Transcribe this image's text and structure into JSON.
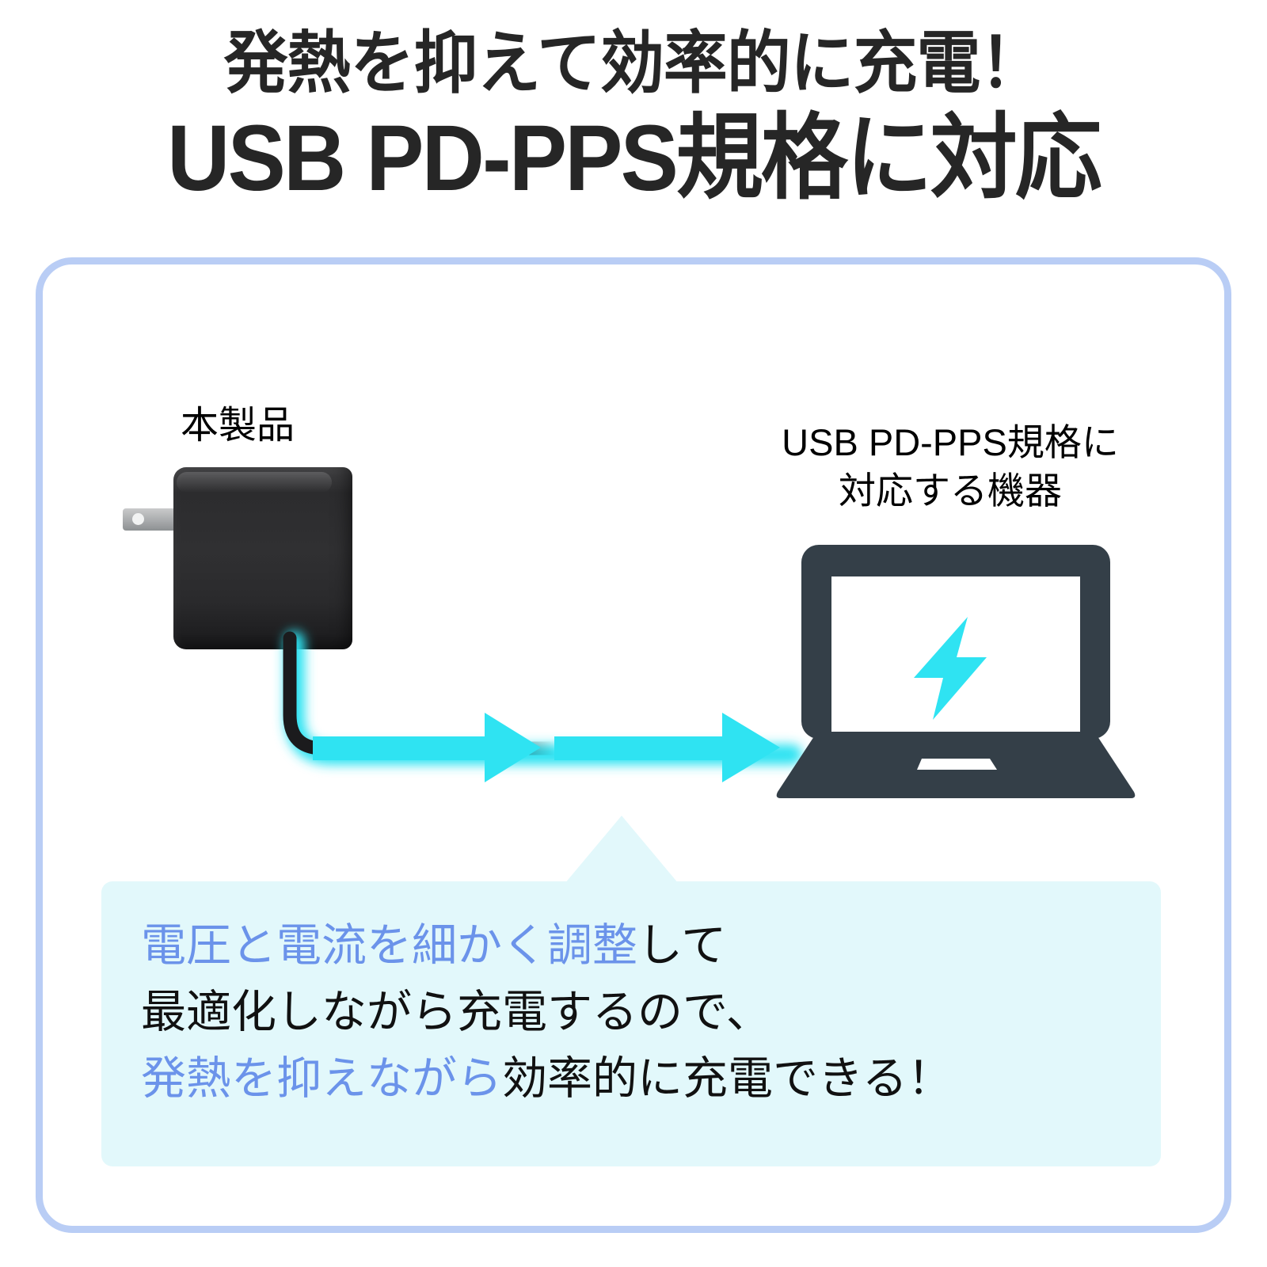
{
  "headline": {
    "line1": "発熱を抑えて効率的に充電！",
    "line2": "USB PD-PPS規格に対応"
  },
  "diagram": {
    "product_label": "本製品",
    "device_label_line1": "USB PD-PPS規格に",
    "device_label_line2": "対応する機器",
    "charger_icon": "ac-power-adapter",
    "laptop_icon": "laptop-charging",
    "bolt_icon": "lightning-bolt",
    "flow_arrow_icon": "arrow-right",
    "flow_arrow_count": 2
  },
  "callout": {
    "line1_highlight": "電圧と電流を細かく調整",
    "line1_rest": "して",
    "line2": "最適化しながら充電するので、",
    "line3_highlight": "発熱を抑えながら",
    "line3_rest": "効率的に充電できる！"
  },
  "colors": {
    "headline": "#262626",
    "frame_border": "#b9cdf5",
    "callout_bg": "#e2f8fb",
    "highlight_blue": "#6b93ea",
    "accent_cyan": "#2fe3f2",
    "laptop_body": "#343f48",
    "charger_body": "#2c2c2e",
    "prong_silver": "#b3b5b7"
  }
}
